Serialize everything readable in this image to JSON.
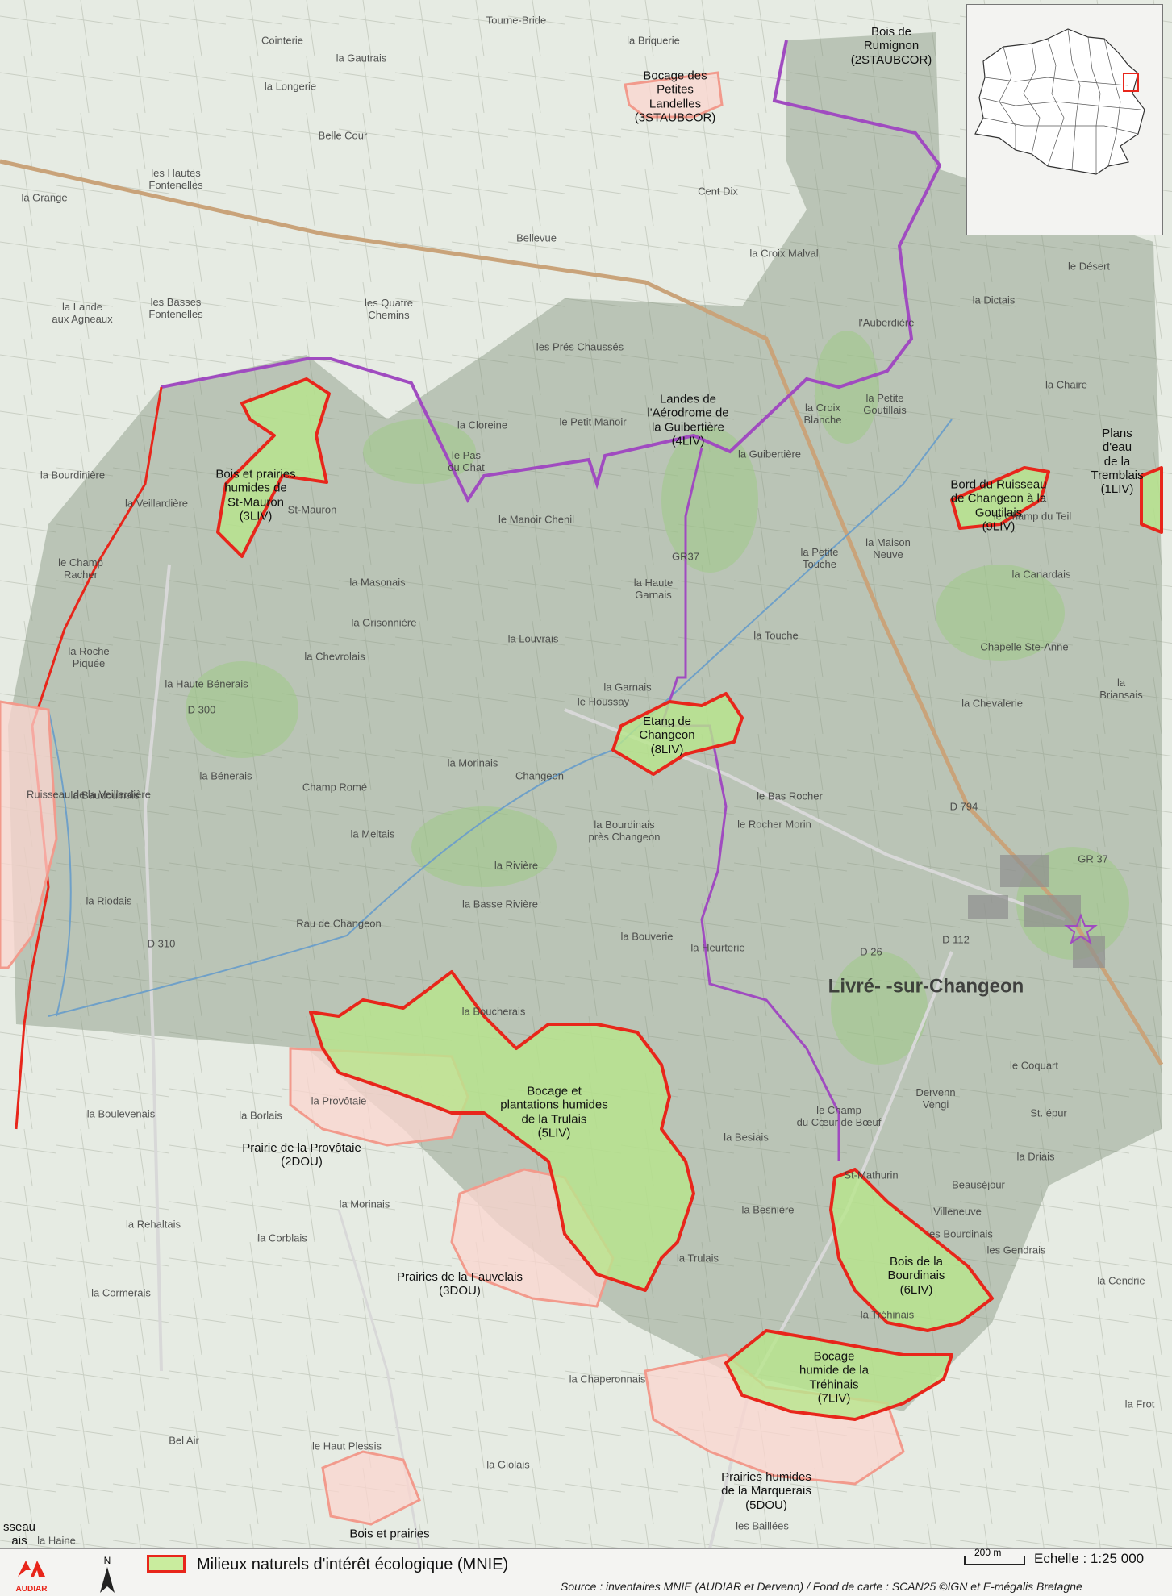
{
  "mnie_sites": [
    {
      "label": "Bois de\nRumignon\n(2STAUBCOR)"
    },
    {
      "label": "Bocage des\nPetites\nLandelles\n(3STAUBCOR)"
    },
    {
      "label": "Landes de\nl'Aérodrome de\nla Guibertière\n(4LIV)"
    },
    {
      "label": "Bois et prairies\nhumides de\nSt-Mauron\n(3LIV)"
    },
    {
      "label": "Plans d'eau\nde la\nTremblais\n(1LIV)"
    },
    {
      "label": "Bord du Ruisseau\nde Changeon à la\nGoutilais\n(9LIV)"
    },
    {
      "label": "Etang de\nChangeon\n(8LIV)"
    },
    {
      "label": "Bocage et\nplantations humides\nde la Trulais\n(5LIV)"
    },
    {
      "label": "Prairie de la Provôtaie\n(2DOU)"
    },
    {
      "label": "Prairies de la Fauvelais\n(3DOU)"
    },
    {
      "label": "Bois de la\nBourdinais\n(6LIV)"
    },
    {
      "label": "Bocage\nhumide de la\nTréhinais\n(7LIV)"
    },
    {
      "label": "Prairies humides\nde la Marquerais\n(5DOU)"
    },
    {
      "label": "Bois et prairies"
    },
    {
      "label": "sseau\nais"
    }
  ],
  "places": [
    "Cointerie",
    "la Gautrais",
    "Tourne-Bride",
    "la Briquerie",
    "la Longerie",
    "Belle Cour",
    "les Hautes\nFontenelles",
    "la Grange",
    "Bellevue",
    "Cent Dix",
    "les Basses\nFontenelles",
    "la Lande\naux Agneaux",
    "les Quatre\nChemins",
    "la Croix Malval",
    "le Désert",
    "la Dictais",
    "l'Auberdière",
    "les Prés Chaussés",
    "la Cloreine",
    "le Petit Manoir",
    "le Pas\ndu Chat",
    "la Guibertière",
    "la Croix\nBlanche",
    "la Petite\nGoutillais",
    "la Chaire",
    "la Bourdinière",
    "la Veillardière",
    "St-Mauron",
    "le Manoir Chenil",
    "la Maison\nNeuve",
    "le Champ du Teil",
    "la Petite\nTouche",
    "le Champ\nRacher",
    "la Masonais",
    "la Grisonnière",
    "la Haute\nGarnais",
    "la Canardais",
    "la Chevrolais",
    "la Louvrais",
    "la Touche",
    "Chapelle Ste-Anne",
    "la Roche\nPiquée",
    "la Haute Bénerais",
    "la Garnais",
    "le Houssay",
    "la Chevalerie",
    "la Briansais",
    "la Morinais",
    "Changeon",
    "la Bénerais",
    "Champ Romé",
    "la Baudouinais",
    "le Bas Rocher",
    "le Rocher Morin",
    "la Bourdinais\nprès Changeon",
    "la Meltais",
    "la Rivière",
    "la Riodais",
    "la Basse Rivière",
    "la Bouverie",
    "la Heurterie",
    "la Boucherais",
    "le Coquart",
    "Dervenn\nVengi",
    "le Champ\ndu Cœur de Bœuf",
    "la Provôtaie",
    "la Boulevenais",
    "la Borlais",
    "la Besiais",
    "la Driais",
    "St-Mathurin",
    "Beauséjour",
    "Villeneuve",
    "la Besnière",
    "la Morinais",
    "la Rehaltais",
    "la Corblais",
    "la Trulais",
    "les Bourdinais",
    "les Gendrais",
    "la Cendrie",
    "la Tréhinais",
    "la Cormerais",
    "la Chaperonnais",
    "le Haut Plessis",
    "la Giolais",
    "Bel Air",
    "la Haine",
    "les Baillées",
    "la Frot",
    "St. épur",
    "Rau de Changeon",
    "Ruisseau de la Veillardière",
    "D 794",
    "D 300",
    "D 310",
    "D 26",
    "D 112",
    "GR 37",
    "GR37"
  ],
  "town": {
    "name": "Livré-\n-sur-Changeon"
  },
  "legend": {
    "mnie_label": "Milieux naturels d'intérêt écologique (MNIE)",
    "logo_text": "AUDIAR",
    "north_label": "N",
    "scale_bar_label": "200 m",
    "scale": "Echelle : 1:25 000",
    "source": "Source : inventaires MNIE (AUDIAR et Dervenn) / Fond de carte : SCAN25 ©IGN et E-mégalis Bretagne"
  },
  "colors": {
    "mnie_fill": "#b8e68c",
    "mnie_stroke": "#e8261b",
    "outside_fill": "#fbd6cf",
    "outside_stroke": "#f29a8c",
    "commune_boundary": "#a04bc0",
    "map_background": "#e6ebe3",
    "commune_shading": "#7f8e78",
    "road": "#c9a37a"
  },
  "inset": {
    "title": ""
  }
}
